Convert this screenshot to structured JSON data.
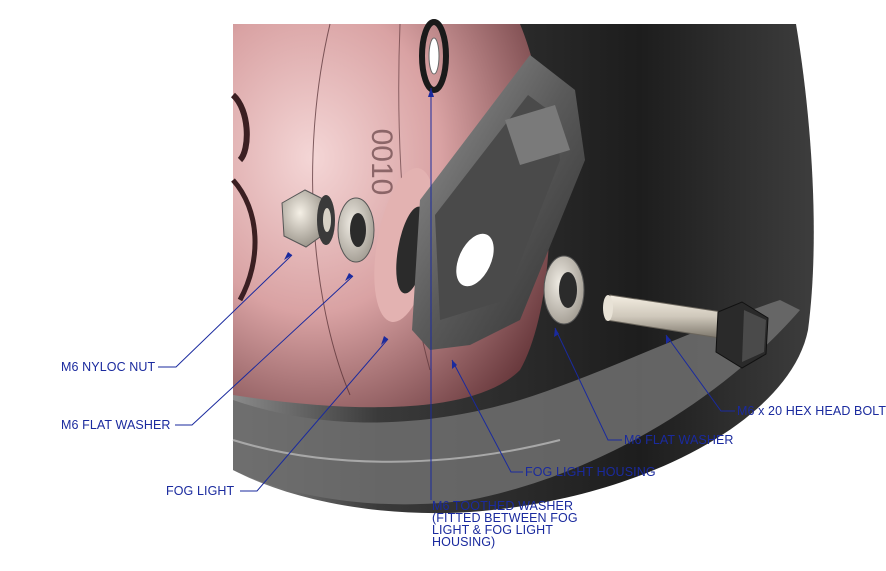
{
  "diagram": {
    "engraving": "0010",
    "callouts": {
      "nyloc_nut": "M6 NYLOC NUT",
      "flat_washer_left": "M6 FLAT WASHER",
      "fog_light": "FOG LIGHT",
      "toothed_washer_line1": "M6 TOOTHED WASHER",
      "toothed_washer_line2": "(FITTED BETWEEN FOG",
      "toothed_washer_line3": "LIGHT & FOG LIGHT",
      "toothed_washer_line4": "HOUSING)",
      "housing": "FOG LIGHT HOUSING",
      "flat_washer_right": "M6 FLAT WASHER",
      "hex_bolt": "M6 x 20 HEX HEAD BOLT"
    },
    "colors": {
      "callout": "#1a2a9e",
      "lens": "#d8a4a4",
      "housing": "#2a2a2a"
    }
  }
}
